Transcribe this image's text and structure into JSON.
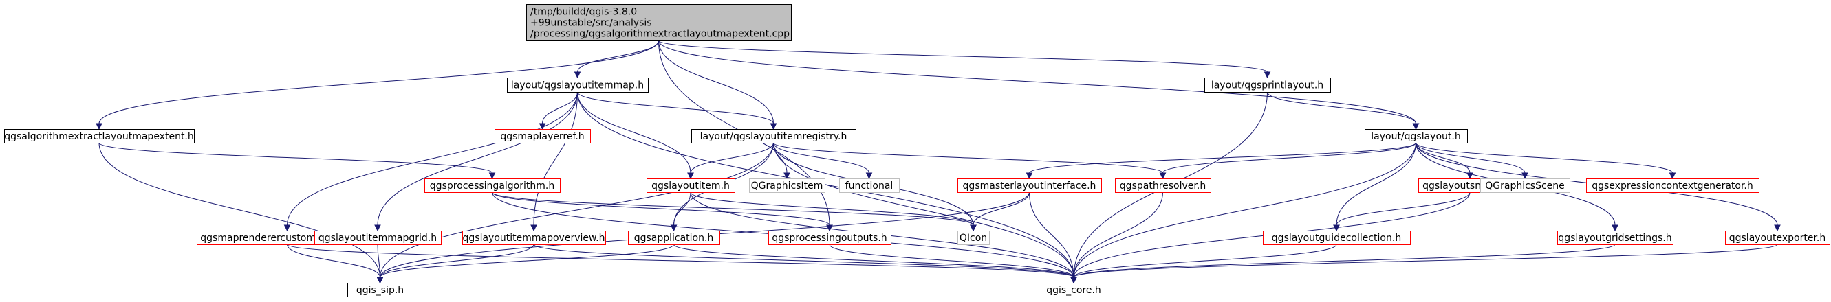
{
  "diagram": {
    "type": "include-dependency-graph",
    "colors": {
      "root_fill": "#bfbfbf",
      "default_fill": "#ffffff",
      "black_border": "#000000",
      "red_border": "#ff0000",
      "gray_border": "#bfbfbf",
      "edge": "#191970"
    },
    "nodes": [
      {
        "id": "root",
        "lines": [
          "/tmp/buildd/qgis-3.8.0",
          "+99unstable/src/analysis",
          "/processing/qgsalgorithmextractlayoutmapextent.cpp"
        ],
        "border": "black",
        "fill": "root"
      },
      {
        "id": "n_extent_h",
        "lines": [
          "qgsalgorithmextractlayoutmapextent.h"
        ],
        "border": "black"
      },
      {
        "id": "n_itemmap",
        "lines": [
          "layout/qgslayoutitemmap.h"
        ],
        "border": "black"
      },
      {
        "id": "n_printlayout",
        "lines": [
          "layout/qgsprintlayout.h"
        ],
        "border": "black"
      },
      {
        "id": "n_itemregistry",
        "lines": [
          "layout/qgslayoutitemregistry.h"
        ],
        "border": "black"
      },
      {
        "id": "n_layout",
        "lines": [
          "layout/qgslayout.h"
        ],
        "border": "black"
      },
      {
        "id": "n_maplayerref",
        "lines": [
          "qgsmaplayerref.h"
        ],
        "border": "red"
      },
      {
        "id": "n_procalg",
        "lines": [
          "qgsprocessingalgorithm.h"
        ],
        "border": "red"
      },
      {
        "id": "n_layoutitem",
        "lines": [
          "qgslayoutitem.h"
        ],
        "border": "red"
      },
      {
        "id": "n_qgraphicsitem",
        "lines": [
          "QGraphicsItem"
        ],
        "border": "gray"
      },
      {
        "id": "n_functional",
        "lines": [
          "functional"
        ],
        "border": "gray"
      },
      {
        "id": "n_masterlayout",
        "lines": [
          "qgsmasterlayoutinterface.h"
        ],
        "border": "red"
      },
      {
        "id": "n_pathresolver",
        "lines": [
          "qgspathresolver.h"
        ],
        "border": "red"
      },
      {
        "id": "n_snapper",
        "lines": [
          "qgslayoutsnapper.h"
        ],
        "border": "red"
      },
      {
        "id": "n_qgraphicsscene",
        "lines": [
          "QGraphicsScene"
        ],
        "border": "gray"
      },
      {
        "id": "n_exprctx",
        "lines": [
          "qgsexpressioncontextgenerator.h"
        ],
        "border": "red"
      },
      {
        "id": "n_customjob",
        "lines": [
          "qgsmaprenderercustompainterjob.h"
        ],
        "border": "red"
      },
      {
        "id": "n_mapgrid",
        "lines": [
          "qgslayoutitemmapgrid.h"
        ],
        "border": "red"
      },
      {
        "id": "n_mapoverview",
        "lines": [
          "qgslayoutitemmapoverview.h"
        ],
        "border": "red"
      },
      {
        "id": "n_application",
        "lines": [
          "qgsapplication.h"
        ],
        "border": "red"
      },
      {
        "id": "n_procoutputs",
        "lines": [
          "qgsprocessingoutputs.h"
        ],
        "border": "red"
      },
      {
        "id": "n_qicon",
        "lines": [
          "QIcon"
        ],
        "border": "gray"
      },
      {
        "id": "n_guidecoll",
        "lines": [
          "qgslayoutguidecollection.h"
        ],
        "border": "red"
      },
      {
        "id": "n_gridsettings",
        "lines": [
          "qgslayoutgridsettings.h"
        ],
        "border": "red"
      },
      {
        "id": "n_exporter",
        "lines": [
          "qgslayoutexporter.h"
        ],
        "border": "red"
      },
      {
        "id": "n_sip",
        "lines": [
          "qgis_sip.h"
        ],
        "border": "black"
      },
      {
        "id": "n_core",
        "lines": [
          "qgis_core.h"
        ],
        "border": "gray"
      }
    ]
  }
}
